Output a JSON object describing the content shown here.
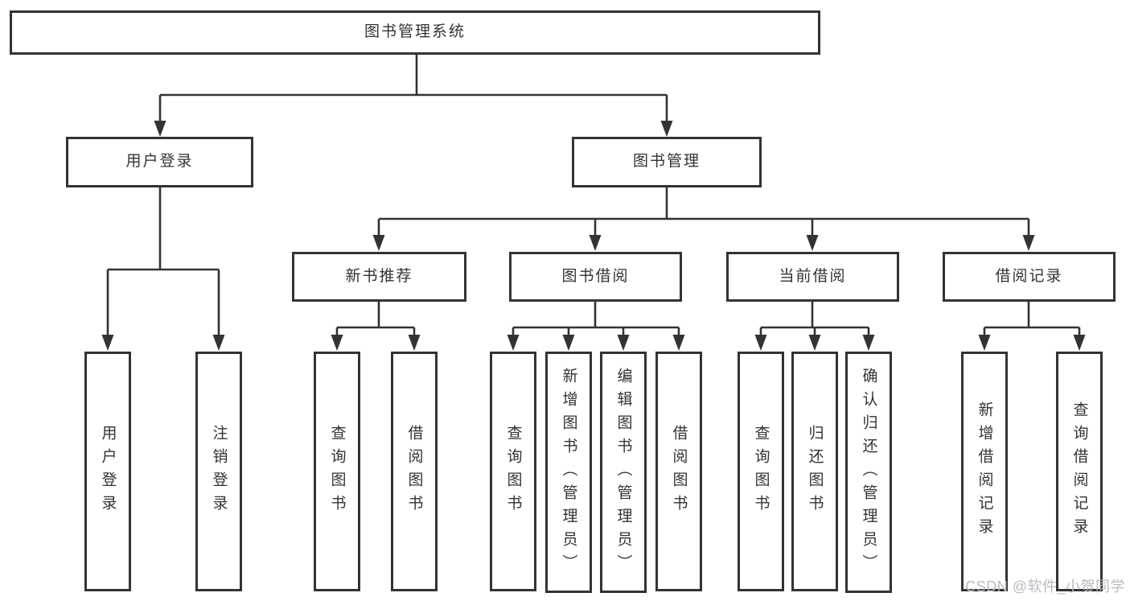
{
  "diagram": {
    "type": "hierarchy-tree",
    "watermark": "CSDN @软件_小贺同学",
    "colors": {
      "line": "#333333",
      "text": "#333333",
      "background": "#ffffff",
      "watermark": "#b6bac0"
    },
    "tree": {
      "label": "图书管理系统",
      "children": [
        {
          "label": "用户登录",
          "children": [
            {
              "label": "用户登录"
            },
            {
              "label": "注销登录"
            }
          ]
        },
        {
          "label": "图书管理",
          "children": [
            {
              "label": "新书推荐",
              "children": [
                {
                  "label": "查询图书"
                },
                {
                  "label": "借阅图书"
                }
              ]
            },
            {
              "label": "图书借阅",
              "children": [
                {
                  "label": "查询图书"
                },
                {
                  "label": "新增图书（管理员）"
                },
                {
                  "label": "编辑图书（管理员）"
                },
                {
                  "label": "借阅图书"
                }
              ]
            },
            {
              "label": "当前借阅",
              "children": [
                {
                  "label": "查询图书"
                },
                {
                  "label": "归还图书"
                },
                {
                  "label": "确认归还（管理员）"
                }
              ]
            },
            {
              "label": "借阅记录",
              "children": [
                {
                  "label": "新增借阅记录"
                },
                {
                  "label": "查询借阅记录"
                }
              ]
            }
          ]
        }
      ]
    }
  }
}
